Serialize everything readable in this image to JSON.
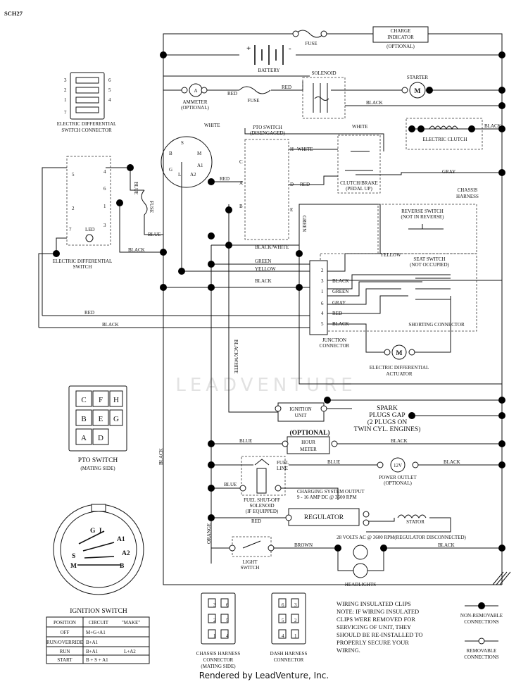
{
  "doc_id": "SCH27",
  "labels": {
    "fuse": "FUSE",
    "charge_indicator_1": "CHARGE",
    "charge_indicator_2": "INDICATOR",
    "optional_paren": "(OPTIONAL)",
    "battery": "BATTERY",
    "solenoid": "SOLENOID",
    "starter": "STARTER",
    "ammeter": "AMMETER",
    "ammeter_opt": "(OPTIONAL)",
    "pto_switch_title_1": "PTO SWITCH",
    "pto_switch_title_2": "(DISENGAGED)",
    "clutch_brake_1": "CLUTCH/BRAKE",
    "clutch_brake_2": "(PEDAL UP)",
    "electric_clutch": "ELECTRIC CLUTCH",
    "chassis_harness_1": "CHASSIS",
    "chassis_harness_2": "HARNESS",
    "reverse_switch_1": "REVERSE SWITCH",
    "reverse_switch_2": "(NOT IN REVERSE)",
    "seat_switch_1": "SEAT SWITCH",
    "seat_switch_2": "(NOT OCCUPIED)",
    "shorting_connector": "SHORTING   CONNECTOR",
    "junction_connector_1": "JUNCTION",
    "junction_connector_2": "CONNECTOR",
    "actuator_1": "ELECTRIC DIFFERENTIAL",
    "actuator_2": "ACTUATOR",
    "elec_diff_switch_1": "ELECTRIC DIFFERENTIAL",
    "elec_diff_switch_2": "SWITCH",
    "elec_diff_conn_1": "ELECTRIC DIFFERENTIAL",
    "elec_diff_conn_2": "SWITCH CONNECTOR",
    "led": "LED",
    "ignition_unit_1": "IGNITION",
    "ignition_unit_2": "UNIT",
    "spark_plugs_1": "SPARK",
    "spark_plugs_2": "PLUGS GAP",
    "spark_plugs_3": "(2 PLUGS ON",
    "spark_plugs_4": "TWIN CYL. ENGINES)",
    "optional_hour": "(OPTIONAL)",
    "hour_meter_1": "HOUR",
    "hour_meter_2": "METER",
    "fuel_line_1": "FUEL",
    "fuel_line_2": "LINE",
    "power_outlet_1": "POWER OUTLET",
    "power_outlet_2": "(OPTIONAL)",
    "power_outlet_volt": "12V",
    "fuel_shutoff_1": "FUEL SHUT-OFF",
    "fuel_shutoff_2": "SOLENOID",
    "fuel_shutoff_3": "(IF EQUIPPED)",
    "charging_output_1": "CHARGING SYSTEM OUTPUT",
    "charging_output_2": "9 - 16 AMP DC @ 3600 RPM",
    "regulator": "REGULATOR",
    "stator": "STATOR",
    "stator_volts": "28 VOLTS AC @ 3600 RPM(REGULATOR DISCONNECTED)",
    "light_switch_1": "LIGHT",
    "light_switch_2": "SWITCH",
    "headlights": "HEADLIGHTS",
    "pto_mating_1": "PTO SWITCH",
    "pto_mating_2": "(MATING SIDE)",
    "ignition_switch": "IGNITION SWITCH",
    "chassis_conn_1": "CHASSIS HARNESS",
    "chassis_conn_2": "CONNECTOR",
    "chassis_conn_3": "(MATING SIDE)",
    "dash_conn_1": "DASH HARNESS",
    "dash_conn_2": "CONNECTOR",
    "note_1": "WIRING INSULATED CLIPS",
    "note_2": "NOTE: IF WIRING INSULATED",
    "note_3": "CLIPS WERE REMOVED FOR",
    "note_4": "SERVICING OF UNIT, THEY",
    "note_5": "SHOULD BE RE-INSTALLED TO",
    "note_6": "PROPERLY SECURE YOUR",
    "note_7": "WIRING.",
    "legend_nonrem_1": "NON-REMOVABLE",
    "legend_nonrem_2": "CONNECTIONS",
    "legend_rem_1": "REMOVABLE",
    "legend_rem_2": "CONNECTIONS",
    "watermark": "LEADVENTURE",
    "footer": "Rendered by LeadVenture, Inc."
  },
  "wires": {
    "red": "RED",
    "black": "BLACK",
    "white": "WHITE",
    "blue": "BLUE",
    "gray": "GRAY",
    "green": "GREEN",
    "yellow": "YELLOW",
    "orange": "ORANGE",
    "brown": "BROWN",
    "black_white": "BLACK/WHITE",
    "black_white_v": "BLACK/WHITE",
    "fuse_v": "FUSE",
    "green_v": "GREEN"
  },
  "pins": {
    "pto": [
      "C",
      "F",
      "H",
      "B",
      "E",
      "G",
      "A",
      "D"
    ],
    "pto_circ": [
      "C",
      "H",
      "A",
      "D",
      "B",
      "E"
    ],
    "ign": [
      "B",
      "S",
      "G",
      "L",
      "A2",
      "A1",
      "M"
    ],
    "ign_face": [
      "G",
      "L",
      "A1",
      "A2",
      "S",
      "M",
      "B"
    ],
    "diff_conn": [
      "3",
      "2",
      "1",
      "7",
      "6",
      "5",
      "4"
    ],
    "diff_switch": [
      "5",
      "4",
      "6",
      "2",
      "1",
      "3",
      "7"
    ],
    "junction": [
      "2",
      "3",
      "1",
      "6",
      "4",
      "5"
    ],
    "chassis_conn": [
      "3",
      "6",
      "2",
      "5",
      "1",
      "4"
    ],
    "dash_conn": [
      "6",
      "3",
      "5",
      "2",
      "4",
      "1"
    ]
  },
  "ignition_table": {
    "headers": [
      "POSITION",
      "CIRCUIT",
      "\"MAKE\""
    ],
    "rows": [
      [
        "OFF",
        "M+G+A1",
        ""
      ],
      [
        "RUN/OVERRIDE",
        "B+A1",
        ""
      ],
      [
        "RUN",
        "B+A1",
        "L+A2"
      ],
      [
        "START",
        "B + S + A1",
        ""
      ]
    ]
  }
}
